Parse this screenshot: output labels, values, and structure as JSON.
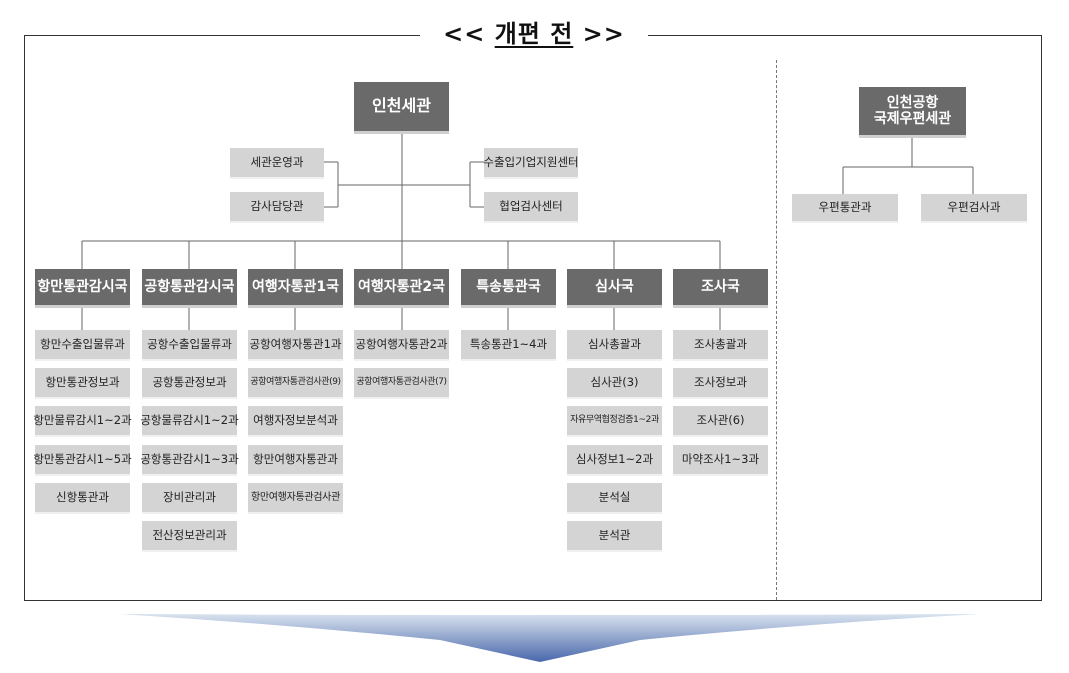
{
  "title": {
    "left": "<<",
    "main": "개편 전",
    "right": ">>"
  },
  "root": "인천세관",
  "staff_left": [
    "세관운영과",
    "감사담당관"
  ],
  "staff_right": [
    "수출입기업지원센터",
    "협업검사센터"
  ],
  "bureaus": [
    {
      "name": "항만통관감시국",
      "units": [
        "항만수출입물류과",
        "항만통관정보과",
        "항만물류감시1~2과",
        "항만통관감시1~5과",
        "신항통관과"
      ]
    },
    {
      "name": "공항통관감시국",
      "units": [
        "공항수출입물류과",
        "공항통관정보과",
        "공항물류감시1~2과",
        "공항통관감시1~3과",
        "장비관리과",
        "전산정보관리과"
      ]
    },
    {
      "name": "여행자통관1국",
      "units": [
        "공항여행자통관1과",
        "공항여행자통관검사관(9)",
        "여행자정보분석과",
        "항만여행자통관과",
        "항만여행자통관검사관"
      ]
    },
    {
      "name": "여행자통관2국",
      "units": [
        "공항여행자통관2과",
        "공항여행자통관검사관(7)"
      ]
    },
    {
      "name": "특송통관국",
      "units": [
        "특송통관1~4과"
      ]
    },
    {
      "name": "심사국",
      "units": [
        "심사총괄과",
        "심사관(3)",
        "자유무역협정검증1~2과",
        "심사정보1~2과",
        "분석실",
        "분석관"
      ]
    },
    {
      "name": "조사국",
      "units": [
        "조사총괄과",
        "조사정보과",
        "조사관(6)",
        "마약조사1~3과"
      ]
    }
  ],
  "postal": {
    "name_line1": "인천공항",
    "name_line2": "국제우편세관",
    "units": [
      "우편통관과",
      "우편검사과"
    ]
  }
}
